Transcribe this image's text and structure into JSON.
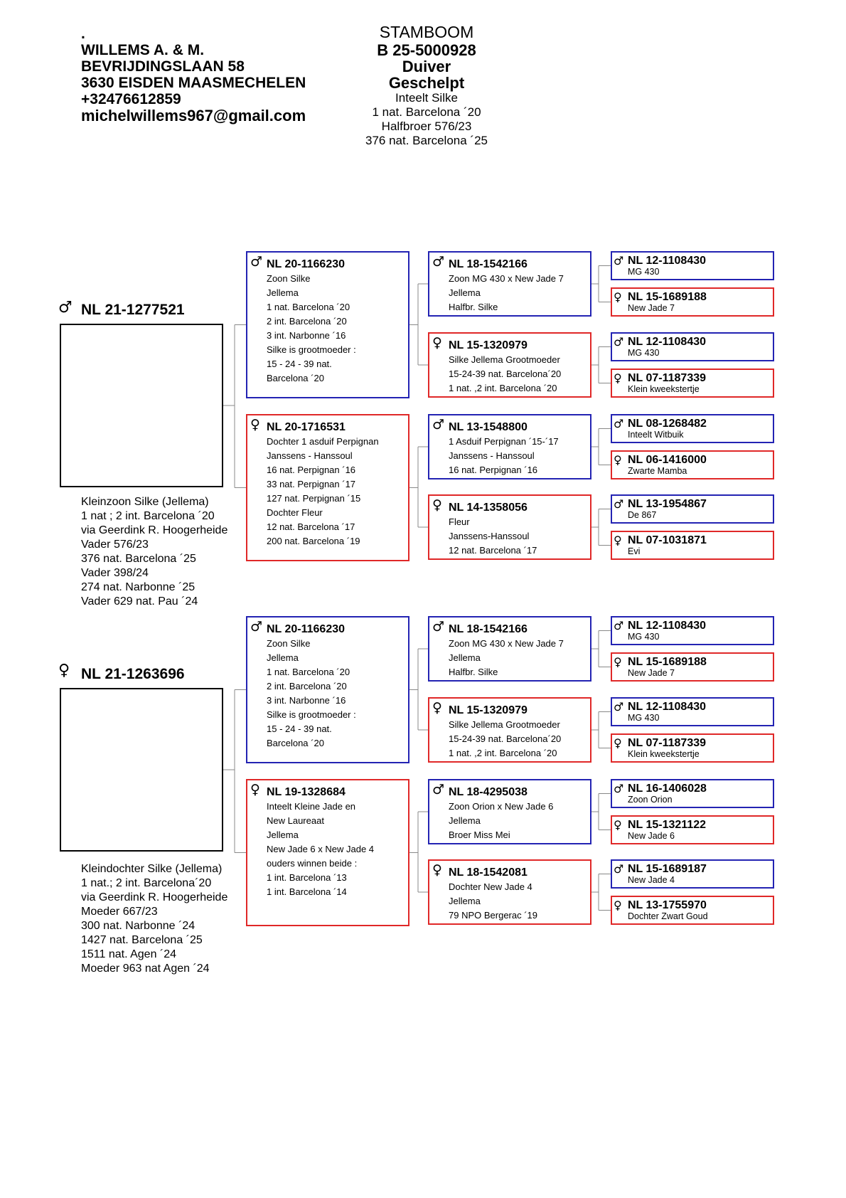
{
  "owner": {
    "dot": ".",
    "name": "WILLEMS A. & M.",
    "street": "BEVRIJDINGSLAAN 58",
    "city": "3630 EISDEN MAASMECHELEN",
    "phone": "+32476612859",
    "email": "michelwillems967@gmail.com"
  },
  "header": {
    "title": "STAMBOOM",
    "ring": "B 25-5000928",
    "sex": "Duiver",
    "color": "Geschelpt",
    "lines": [
      "Inteelt Silke",
      "1 nat. Barcelona ´20",
      "Halfbroer 576/23",
      "376 nat. Barcelona ´25"
    ]
  },
  "symbols": {
    "male": "♂",
    "female": "♀"
  },
  "colors": {
    "male_border": "#2323b3",
    "female_border": "#e02828"
  },
  "sire": {
    "ring": "NL 21-1277521",
    "sex": "male",
    "lines": [
      "Kleinzoon Silke (Jellema)",
      "1 nat ; 2 int. Barcelona ´20",
      "via Geerdink R. Hoogerheide",
      "Vader 576/23",
      "376 nat. Barcelona ´25",
      "Vader 398/24",
      "274 nat. Narbonne ´25",
      "Vader 629 nat. Pau ´24"
    ]
  },
  "dam": {
    "ring": "NL 21-1263696",
    "sex": "female",
    "lines": [
      "Kleindochter Silke (Jellema)",
      "1 nat.; 2 int. Barcelona´20",
      "via Geerdink R. Hoogerheide",
      "Moeder 667/23",
      "300 nat. Narbonne ´24",
      "1427 nat. Barcelona ´25",
      "1511  nat. Agen ´24",
      "Moeder 963 nat Agen ´24"
    ]
  },
  "g1": [
    {
      "ring": "NL 20-1166230",
      "sex": "male",
      "lines": [
        "Zoon Silke",
        "Jellema",
        "1 nat. Barcelona ´20",
        "2 int. Barcelona ´20",
        "3 int. Narbonne ´16",
        "Silke is grootmoeder :",
        "15 - 24 - 39 nat.",
        "Barcelona ´20"
      ]
    },
    {
      "ring": "NL 20-1716531",
      "sex": "female",
      "lines": [
        "Dochter 1 asduif Perpignan",
        "Janssens - Hanssoul",
        "16 nat. Perpignan ´16",
        "33 nat. Perpignan ´17",
        "127 nat. Perpignan ´15",
        "Dochter Fleur",
        "12 nat. Barcelona ´17",
        "200 nat. Barcelona ´19"
      ]
    },
    {
      "ring": "NL 20-1166230",
      "sex": "male",
      "lines": [
        "Zoon Silke",
        "Jellema",
        "1 nat. Barcelona ´20",
        "2 int. Barcelona ´20",
        "3 int. Narbonne ´16",
        "Silke is grootmoeder :",
        "15 - 24 - 39 nat.",
        "Barcelona ´20"
      ]
    },
    {
      "ring": "NL 19-1328684",
      "sex": "female",
      "lines": [
        "Inteelt Kleine Jade en",
        "New Laureaat",
        "Jellema",
        "New Jade 6 x New Jade 4",
        "ouders winnen beide :",
        "1 int. Barcelona ´13",
        "1 int. Barcelona ´14"
      ]
    }
  ],
  "g2": [
    {
      "ring": "NL 18-1542166",
      "sex": "male",
      "lines": [
        "Zoon MG 430 x New Jade 7",
        "Jellema",
        "Halfbr. Silke"
      ]
    },
    {
      "ring": "NL 15-1320979",
      "sex": "female",
      "lines": [
        "Silke Jellema Grootmoeder",
        "15-24-39 nat. Barcelona´20",
        "1 nat. ,2 int. Barcelona ´20"
      ]
    },
    {
      "ring": "NL 13-1548800",
      "sex": "male",
      "lines": [
        "1 Asduif Perpignan ´15-´17",
        "Janssens - Hanssoul",
        "16 nat. Perpignan ´16"
      ]
    },
    {
      "ring": "NL 14-1358056",
      "sex": "female",
      "lines": [
        "Fleur",
        "Janssens-Hanssoul",
        "12 nat. Barcelona ´17"
      ]
    },
    {
      "ring": "NL 18-1542166",
      "sex": "male",
      "lines": [
        "Zoon MG 430 x New Jade 7",
        "Jellema",
        "Halfbr. Silke"
      ]
    },
    {
      "ring": "NL 15-1320979",
      "sex": "female",
      "lines": [
        "Silke Jellema Grootmoeder",
        "15-24-39 nat. Barcelona´20",
        "1 nat. ,2 int. Barcelona ´20"
      ]
    },
    {
      "ring": "NL 18-4295038",
      "sex": "male",
      "lines": [
        "Zoon Orion x New Jade 6",
        "Jellema",
        "Broer Miss Mei"
      ]
    },
    {
      "ring": "NL 18-1542081",
      "sex": "female",
      "lines": [
        "Dochter New Jade 4",
        "Jellema",
        "79 NPO Bergerac ´19"
      ]
    }
  ],
  "g3": [
    {
      "ring": "NL 12-1108430",
      "sex": "male",
      "line": "MG 430"
    },
    {
      "ring": "NL 15-1689188",
      "sex": "female",
      "line": "New Jade 7"
    },
    {
      "ring": "NL 12-1108430",
      "sex": "male",
      "line": "MG 430"
    },
    {
      "ring": "NL 07-1187339",
      "sex": "female",
      "line": "Klein kweekstertje"
    },
    {
      "ring": "NL 08-1268482",
      "sex": "male",
      "line": "Inteelt Witbuik"
    },
    {
      "ring": "NL 06-1416000",
      "sex": "female",
      "line": "Zwarte Mamba"
    },
    {
      "ring": "NL 13-1954867",
      "sex": "male",
      "line": "De 867"
    },
    {
      "ring": "NL 07-1031871",
      "sex": "female",
      "line": "Evi"
    },
    {
      "ring": "NL 12-1108430",
      "sex": "male",
      "line": "MG 430"
    },
    {
      "ring": "NL 15-1689188",
      "sex": "female",
      "line": "New Jade 7"
    },
    {
      "ring": "NL 12-1108430",
      "sex": "male",
      "line": "MG 430"
    },
    {
      "ring": "NL 07-1187339",
      "sex": "female",
      "line": "Klein kweekstertje"
    },
    {
      "ring": "NL 16-1406028",
      "sex": "male",
      "line": "Zoon Orion"
    },
    {
      "ring": "NL 15-1321122",
      "sex": "female",
      "line": "New Jade 6"
    },
    {
      "ring": "NL 15-1689187",
      "sex": "male",
      "line": "New Jade 4"
    },
    {
      "ring": "NL 13-1755970",
      "sex": "female",
      "line": "Dochter Zwart Goud"
    }
  ]
}
